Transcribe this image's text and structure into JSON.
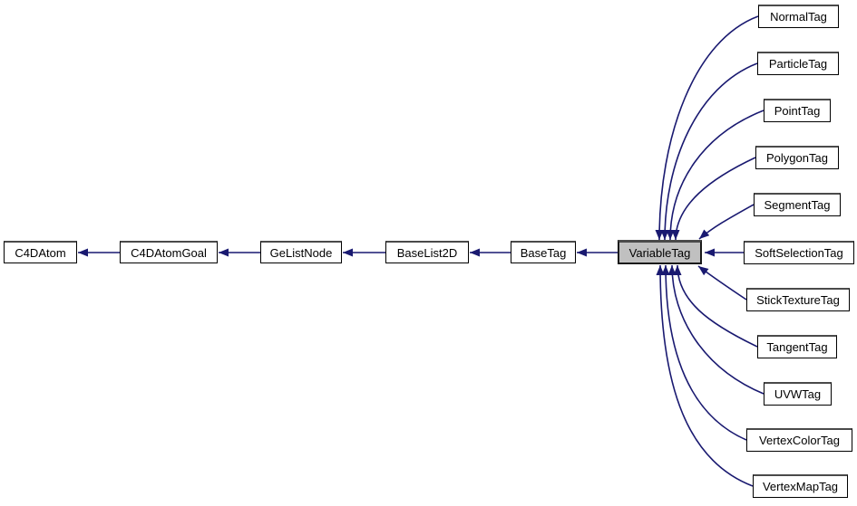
{
  "diagram": {
    "type": "inheritance-graph",
    "highlight_node": "VariableTag",
    "edge_color": "#191970",
    "node_border_color": "#000000",
    "node_fill_color": "#ffffff",
    "highlight_fill_color": "#c0c0c0",
    "nodes": {
      "c4datom": {
        "label": "C4DAtom"
      },
      "c4datomgoal": {
        "label": "C4DAtomGoal"
      },
      "gelistnode": {
        "label": "GeListNode"
      },
      "baselist2d": {
        "label": "BaseList2D"
      },
      "basetag": {
        "label": "BaseTag"
      },
      "variabletag": {
        "label": "VariableTag"
      },
      "normaltag": {
        "label": "NormalTag"
      },
      "particletag": {
        "label": "ParticleTag"
      },
      "pointtag": {
        "label": "PointTag"
      },
      "polygontag": {
        "label": "PolygonTag"
      },
      "segmenttag": {
        "label": "SegmentTag"
      },
      "softselectiontag": {
        "label": "SoftSelectionTag"
      },
      "sticktexturetag": {
        "label": "StickTextureTag"
      },
      "tangenttag": {
        "label": "TangentTag"
      },
      "uvwtag": {
        "label": "UVWTag"
      },
      "vertexcolortag": {
        "label": "VertexColorTag"
      },
      "vertexmaptag": {
        "label": "VertexMapTag"
      }
    },
    "edges": [
      {
        "from": "C4DAtomGoal",
        "to": "C4DAtom"
      },
      {
        "from": "GeListNode",
        "to": "C4DAtomGoal"
      },
      {
        "from": "BaseList2D",
        "to": "GeListNode"
      },
      {
        "from": "BaseTag",
        "to": "BaseList2D"
      },
      {
        "from": "VariableTag",
        "to": "BaseTag"
      },
      {
        "from": "NormalTag",
        "to": "VariableTag"
      },
      {
        "from": "ParticleTag",
        "to": "VariableTag"
      },
      {
        "from": "PointTag",
        "to": "VariableTag"
      },
      {
        "from": "PolygonTag",
        "to": "VariableTag"
      },
      {
        "from": "SegmentTag",
        "to": "VariableTag"
      },
      {
        "from": "SoftSelectionTag",
        "to": "VariableTag"
      },
      {
        "from": "StickTextureTag",
        "to": "VariableTag"
      },
      {
        "from": "TangentTag",
        "to": "VariableTag"
      },
      {
        "from": "UVWTag",
        "to": "VariableTag"
      },
      {
        "from": "VertexColorTag",
        "to": "VariableTag"
      },
      {
        "from": "VertexMapTag",
        "to": "VariableTag"
      }
    ]
  }
}
